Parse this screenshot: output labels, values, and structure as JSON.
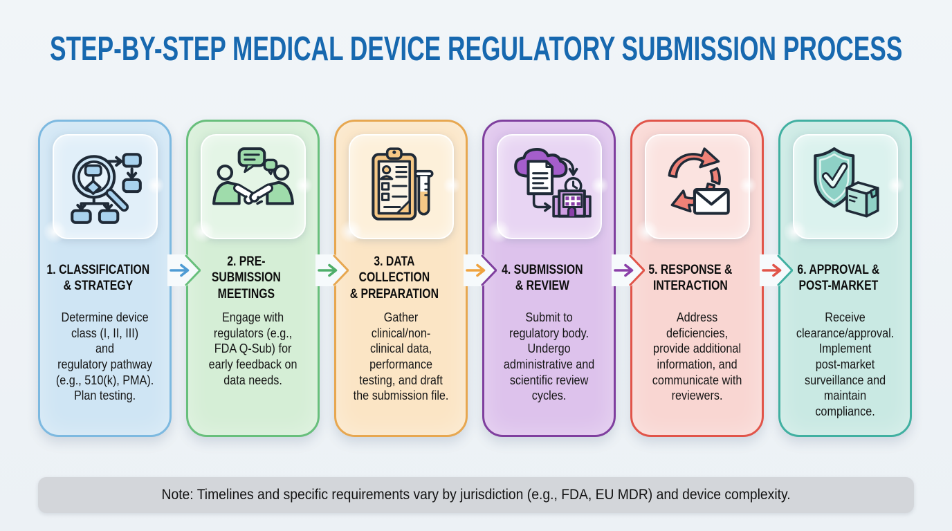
{
  "header": {
    "title": "STEP-BY-STEP MEDICAL DEVICE REGULATORY SUBMISSION PROCESS",
    "title_color": "#1768af"
  },
  "steps": [
    {
      "title": "1. CLASSIFICATION\n& STRATEGY",
      "description": "Determine device\nclass (I, II, III)\nand\nregulatory pathway\n(e.g., 510(k), PMA).\nPlan testing.",
      "icon": "magnifier-flowchart-icon",
      "colors": {
        "bg": "#cfe5f4",
        "border": "#7db9e0",
        "accent": "#4e9bd4",
        "boxBg": "#e1eff9",
        "iconFill": "#a9d2ee"
      }
    },
    {
      "title": "2. PRE-\nSUBMISSION\nMEETINGS",
      "description": "Engage with\nregulators (e.g.,\nFDA Q-Sub) for\nearly feedback on\ndata needs.",
      "icon": "handshake-meeting-icon",
      "colors": {
        "bg": "#d5eed6",
        "border": "#68bf7c",
        "accent": "#4fae6a",
        "boxBg": "#e4f5e6",
        "iconFill": "#9fdcab"
      }
    },
    {
      "title": "3. DATA\nCOLLECTION\n& PREPARATION",
      "description": "Gather\nclinical/non-\nclinical data,\nperformance\ntesting, and draft\nthe submission file.",
      "icon": "clipboard-testtube-icon",
      "colors": {
        "bg": "#fbe5c5",
        "border": "#e7a750",
        "accent": "#efa33f",
        "boxBg": "#fdf0da",
        "iconFill": "#f6c886"
      }
    },
    {
      "title": "4. SUBMISSION\n& REVIEW",
      "description": "Submit to\nregulatory body.\nUndergo\nadministrative and\nscientific review\ncycles.",
      "icon": "cloud-upload-building-icon",
      "colors": {
        "bg": "#ddc2ec",
        "border": "#7f3f9e",
        "accent": "#8a3fa8",
        "boxBg": "#e8d5f3",
        "iconFill": "#a55ecb"
      }
    },
    {
      "title": "5. RESPONSE &\nINTERACTION",
      "description": "Address\ndeficiencies,\nprovide additional\ninformation, and\ncommunicate with\nreviewers.",
      "icon": "cycle-arrows-envelope-icon",
      "colors": {
        "bg": "#f9d6d2",
        "border": "#e15449",
        "accent": "#e15449",
        "boxBg": "#fbe3e0",
        "iconFill": "#ef8177"
      }
    },
    {
      "title": "6. APPROVAL &\nPOST-MARKET",
      "description": "Receive\nclearance/approval.\nImplement\npost-market\nsurveillance and\nmaintain\ncompliance.",
      "icon": "shield-check-package-icon",
      "colors": {
        "bg": "#c9e9e3",
        "border": "#41b0a1",
        "accent": "#41b0a1",
        "boxBg": "#dbf2ee",
        "iconFill": "#8ed1c6"
      }
    }
  ],
  "footer": {
    "note": "Note: Timelines and specific requirements vary by jurisdiction (e.g., FDA, EU MDR) and device complexity."
  }
}
